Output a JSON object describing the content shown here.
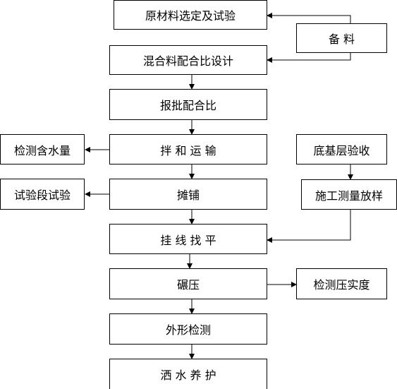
{
  "flowchart": {
    "nodes": {
      "raw_material": "原材料选定及试验",
      "stock": "备 料",
      "mix_design": "混合料配合比设计",
      "approve_mix": "报批配合比",
      "moisture_test": "检测含水量",
      "mix_transport": "拌 和 运 输",
      "base_acceptance": "底基层验收",
      "trial_section": "试验段试验",
      "spreading": "摊铺",
      "survey_layout": "施工测量放样",
      "level_line": "挂 线 找 平",
      "compaction": "碾压",
      "compaction_test": "检测压实度",
      "appearance_check": "外形检测",
      "curing": "洒 水 养 护"
    },
    "colors": {
      "line": "#000000",
      "box_border": "#000000",
      "background": "#ffffff"
    }
  }
}
